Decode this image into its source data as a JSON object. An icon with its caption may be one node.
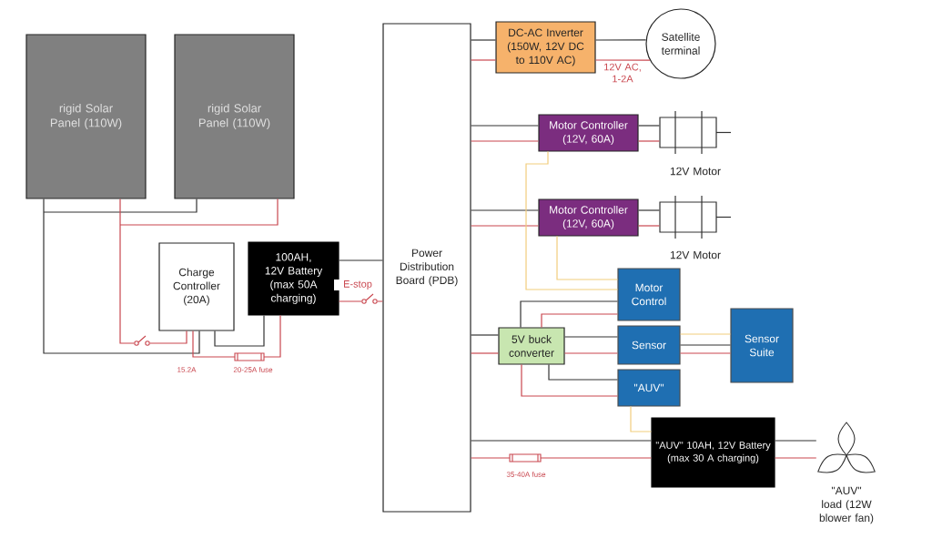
{
  "diagram": {
    "nodes": [
      {
        "text": [
          "rigid Solar Panel (110W)"
        ]
      },
      {
        "text": [
          "rigid Solar Panel (110W)"
        ]
      },
      {
        "text": [
          "Charge Controller (20A)"
        ]
      },
      {
        "text": [
          "100AH, 12V Battery (max 50A charging)"
        ]
      },
      {
        "text": [
          "Power Distribution Board (PDB)"
        ]
      },
      {
        "text": [
          "DC-AC Inverter (150W, 12V DC to 110V AC)"
        ]
      },
      {
        "text": [
          "Satellite terminal"
        ]
      },
      {
        "text": [
          "Motor Controller (12V, 60A)"
        ]
      },
      {
        "text": [],
        "shape": "motor",
        "beside": [
          "12V Motor"
        ]
      },
      {
        "text": [
          "Motor Controller (12V, 60A)"
        ]
      },
      {
        "text": [],
        "shape": "motor",
        "beside": [
          "12V Motor"
        ]
      },
      {
        "text": [
          "Motor Control"
        ]
      },
      {
        "text": [
          "5V buck converter"
        ]
      },
      {
        "text": [
          "Sensor"
        ]
      },
      {
        "text": [
          "Sensor Suite"
        ]
      },
      {
        "text": [
          "\"AUV\""
        ]
      },
      {
        "text": [
          "\"AUV\" 10AH, 12V Battery (max 30 A charging)"
        ]
      },
      {
        "text": [],
        "shape": "fan",
        "beside": [
          "\"AUV\" load (12W blower fan)"
        ]
      }
    ],
    "edges": [
      {
        "from": 0,
        "to": 2,
        "arrow": "none",
        "color": "#333333"
      },
      {
        "from": 1,
        "to": 2,
        "arrow": "none",
        "color": "#333333"
      },
      {
        "from": 0,
        "to": 2,
        "arrow": "none",
        "color": "#c9474f"
      },
      {
        "from": 1,
        "to": 2,
        "arrow": "none",
        "color": "#c9474f"
      },
      {
        "from": 2,
        "to": 3,
        "arrow": "none",
        "color": "#333333"
      },
      {
        "from": 2,
        "to": 3,
        "arrow": "none",
        "color": "#c9474f"
      },
      {
        "from": 3,
        "to": 4,
        "arrow": "none",
        "color": "#333333"
      },
      {
        "from": 3,
        "to": 4,
        "arrow": "none",
        "color": "#c9474f",
        "label": "E-stop"
      },
      {
        "from": 4,
        "to": 5,
        "arrow": "none",
        "color": "#333333"
      },
      {
        "from": 4,
        "to": 5,
        "arrow": "none",
        "color": "#c9474f"
      },
      {
        "from": 5,
        "to": 6,
        "arrow": "none",
        "color": "#333333"
      },
      {
        "from": 5,
        "to": 6,
        "arrow": "none",
        "color": "#c9474f",
        "label": "12V AC, 1-2A"
      },
      {
        "from": 4,
        "to": 7,
        "arrow": "none",
        "color": "#333333"
      },
      {
        "from": 4,
        "to": 7,
        "arrow": "none",
        "color": "#c9474f"
      },
      {
        "from": 7,
        "to": 8,
        "arrow": "none",
        "color": "#333333"
      },
      {
        "from": 7,
        "to": 8,
        "arrow": "none",
        "color": "#c9474f"
      },
      {
        "from": 4,
        "to": 9,
        "arrow": "none",
        "color": "#333333"
      },
      {
        "from": 4,
        "to": 9,
        "arrow": "none",
        "color": "#c9474f"
      },
      {
        "from": 9,
        "to": 10,
        "arrow": "none",
        "color": "#333333"
      },
      {
        "from": 9,
        "to": 10,
        "arrow": "none",
        "color": "#c9474f"
      },
      {
        "from": 7,
        "to": 11,
        "arrow": "none",
        "color": "#f2cd7d"
      },
      {
        "from": 9,
        "to": 11,
        "arrow": "none",
        "color": "#f2cd7d"
      },
      {
        "from": 4,
        "to": 12,
        "arrow": "none",
        "color": "#333333"
      },
      {
        "from": 4,
        "to": 12,
        "arrow": "none",
        "color": "#c9474f"
      },
      {
        "from": 12,
        "to": 11,
        "arrow": "none",
        "color": "#333333"
      },
      {
        "from": 12,
        "to": 11,
        "arrow": "none",
        "color": "#c9474f"
      },
      {
        "from": 12,
        "to": 13,
        "arrow": "none",
        "color": "#333333"
      },
      {
        "from": 12,
        "to": 13,
        "arrow": "none",
        "color": "#c9474f"
      },
      {
        "from": 12,
        "to": 15,
        "arrow": "none",
        "color": "#333333"
      },
      {
        "from": 12,
        "to": 15,
        "arrow": "none",
        "color": "#c9474f"
      },
      {
        "from": 13,
        "to": 14,
        "arrow": "none",
        "color": "#f2cd7d"
      },
      {
        "from": 13,
        "to": 14,
        "arrow": "none",
        "color": "#333333"
      },
      {
        "from": 13,
        "to": 14,
        "arrow": "none",
        "color": "#c9474f"
      },
      {
        "from": 15,
        "to": 16,
        "arrow": "none",
        "color": "#f2cd7d"
      },
      {
        "from": 4,
        "to": 16,
        "arrow": "none",
        "color": "#333333"
      },
      {
        "from": 4,
        "to": 16,
        "arrow": "none",
        "color": "#c9474f"
      },
      {
        "from": 16,
        "to": 17,
        "arrow": "none",
        "color": "#333333"
      },
      {
        "from": 16,
        "to": 17,
        "arrow": "none",
        "color": "#c9474f"
      }
    ],
    "labels": [
      "15.2A",
      "20-25A fuse",
      "35-40A fuse"
    ]
  }
}
